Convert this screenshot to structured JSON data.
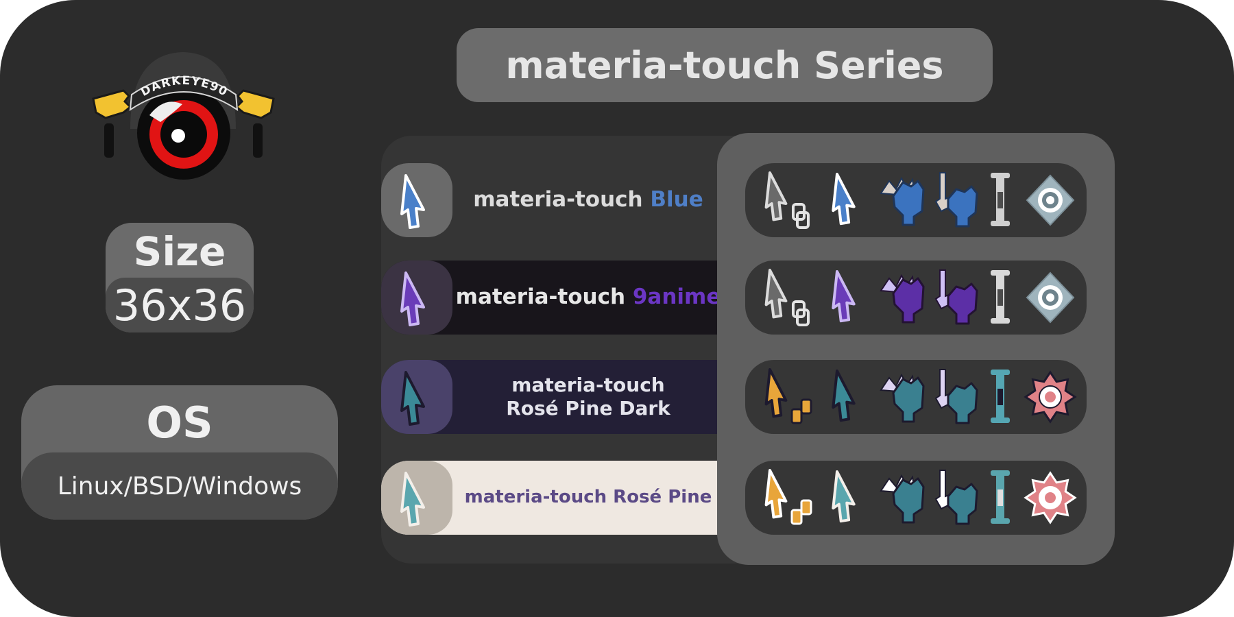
{
  "logo": {
    "text": "DARKEYE90",
    "icon": "eye-with-hands-logo"
  },
  "header": {
    "title": "materia-touch Series"
  },
  "size": {
    "label": "Size",
    "value": "36x36"
  },
  "os": {
    "label": "OS",
    "value": "Linux/BSD/Windows"
  },
  "themes": [
    {
      "prefix": "materia-touch ",
      "accent": "Blue",
      "text_color": "#dcdcdc",
      "accent_color": "#4f7fc7",
      "bg": "#353535",
      "thumb_bg": "#6a6a6a",
      "cursor_fill": "#4a80c9",
      "cursor_stroke": "#ffffff",
      "pointer_fill": "#cfcfcf",
      "pointer_stroke": "#555555",
      "hand_fill": "#3b73bf",
      "hand_light": "#d9d0c8",
      "hand_outline": "#1f3558",
      "beam_color": "#d0d0d0",
      "beam_mid": "#4d4d4d",
      "cross_type": "diamond",
      "cross_fill": "#9fb4bd",
      "cross_ring": "#ffffff"
    },
    {
      "prefix": "materia-touch ",
      "accent": "9anime",
      "text_color": "#e6e6e6",
      "accent_color": "#6b36c4",
      "bg": "#18151b",
      "thumb_bg": "#3b3343",
      "cursor_fill": "#6a3cb8",
      "cursor_stroke": "#cbb8f3",
      "pointer_fill": "#cfcfcf",
      "pointer_stroke": "#555555",
      "hand_fill": "#5c2fa6",
      "hand_light": "#cfc0f5",
      "hand_outline": "#231233",
      "beam_color": "#d8d8d8",
      "beam_mid": "#4b4b4b",
      "cross_type": "diamond",
      "cross_fill": "#9fb4bd",
      "cross_ring": "#ffffff"
    },
    {
      "line1": "materia-touch",
      "line2": "Rosé Pine Dark",
      "text_color": "#e4e4ec",
      "bg": "#231f36",
      "thumb_bg": "#4a426a",
      "cursor_fill": "#3b8a97",
      "cursor_stroke": "#1d1a2e",
      "pointer_fill": "#e8a53a",
      "pointer_stroke": "#1d1a2e",
      "hand_fill": "#3a8090",
      "hand_light": "#ddd3f2",
      "hand_outline": "#1d1a2e",
      "beam_color": "#55a6b3",
      "beam_mid": "#1d1a2e",
      "cross_type": "star",
      "cross_fill": "#e08287",
      "cross_ring": "#1d1a2e"
    },
    {
      "prefix": "materia-touch Rosé Pine",
      "accent": "",
      "text_color": "#5b4a86",
      "accent_color": "#5b4a86",
      "bg": "#efe8e1",
      "thumb_bg": "#bdb5ab",
      "cursor_fill": "#5aa6ae",
      "cursor_stroke": "#f3efea",
      "pointer_fill": "#e8a53a",
      "pointer_stroke": "#ffffff",
      "hand_fill": "#3a8090",
      "hand_light": "#ffffff",
      "hand_outline": "#1d1a2e",
      "beam_color": "#5aa6ae",
      "beam_mid": "#e0dede",
      "cross_type": "star",
      "cross_fill": "#e08287",
      "cross_ring": "#ffffff"
    }
  ]
}
